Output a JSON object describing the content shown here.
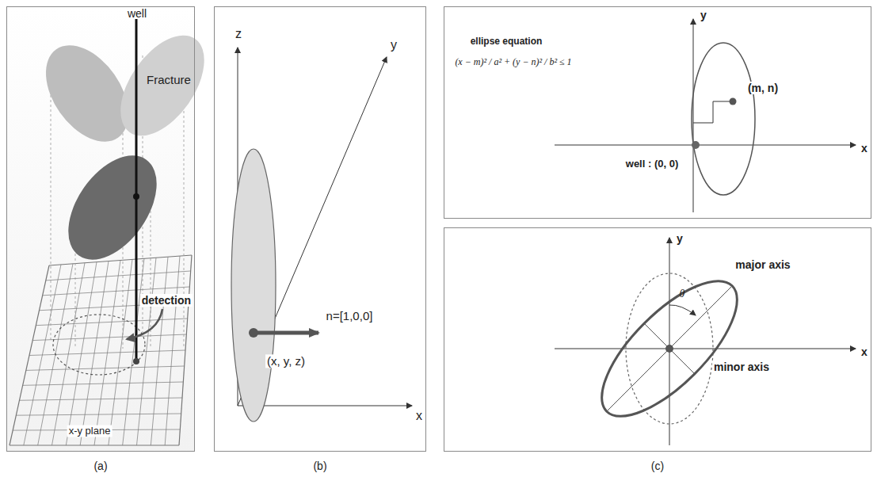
{
  "diagram": {
    "nodes": [
      {
        "text": [
          "well",
          "Fracture",
          "detection",
          "x-y plane"
        ]
      },
      {
        "text": [
          "z",
          "y",
          "x",
          "n=[1,0,0]",
          "(x, y, z)"
        ]
      },
      {
        "text": [
          "y",
          "ellipse equation",
          "(x − m)² / a² + (y − n)² / b² ≤ 1",
          "(m, n)",
          "well : (0, 0)",
          "x"
        ]
      },
      {
        "text": [
          "y",
          "major axis",
          "θ",
          "minor axis",
          "x"
        ]
      }
    ],
    "labels": [
      "(a)",
      "(b)",
      "(c)"
    ]
  }
}
